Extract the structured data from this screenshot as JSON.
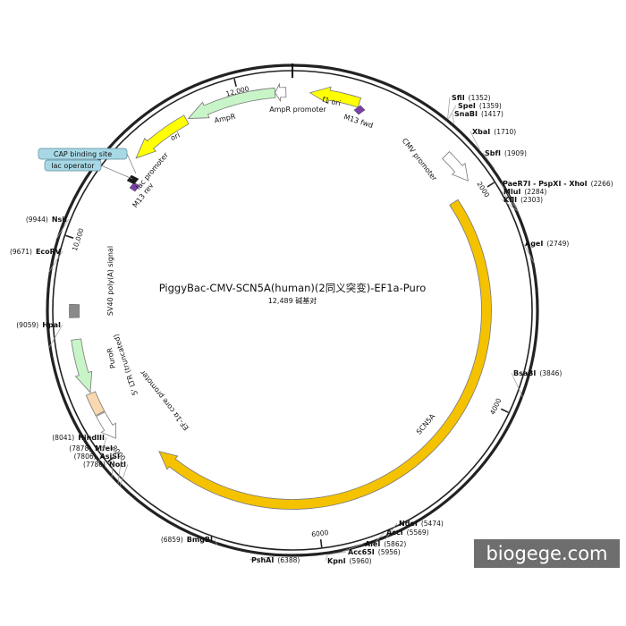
{
  "title": "PiggyBac-CMV-SCN5A(human)(2同义突变)-EF1a-Puro",
  "subtitle": "12,489 碱基对",
  "watermark": "biogege.com",
  "ticks": [
    {
      "label": "2000",
      "bp": 2000
    },
    {
      "label": "4000",
      "bp": 4000
    },
    {
      "label": "6000",
      "bp": 6000
    },
    {
      "label": "8000",
      "bp": 8000
    },
    {
      "label": "10,000",
      "bp": 10000
    },
    {
      "label": "12,000",
      "bp": 12000
    }
  ],
  "features": [
    {
      "label": "SCN5A",
      "start": 1950,
      "end": 7750,
      "dir": 1,
      "ring": "inner",
      "color": "#f5c200"
    },
    {
      "label": "AmpR",
      "start": 11500,
      "end": 12330,
      "dir": -1,
      "ring": "middle",
      "color": "#c8f5c8"
    },
    {
      "label": "AmpR promoter",
      "start": 12330,
      "end": 12430,
      "dir": -1,
      "ring": "middle",
      "color": "#ffffff"
    },
    {
      "label": "f1 ori",
      "start": 160,
      "end": 620,
      "dir": -1,
      "ring": "middle",
      "color": "#ffff00"
    },
    {
      "label": "ori",
      "start": 10900,
      "end": 11480,
      "dir": -1,
      "ring": "middle",
      "color": "#ffff00"
    },
    {
      "label": "CMV promoter",
      "start": 1550,
      "end": 1860,
      "dir": 1,
      "ring": "middle",
      "color": "#ffffff"
    },
    {
      "label": "PuroR",
      "start": 8600,
      "end": 9100,
      "dir": -1,
      "ring": "middle",
      "color": "#c8f5c8"
    },
    {
      "label": "EF-1α core promoter",
      "start": 8120,
      "end": 8380,
      "dir": -1,
      "ring": "middle",
      "color": "#ffffff"
    },
    {
      "label": "5' LTR (truncated)",
      "start": 8390,
      "end": 8590,
      "dir": 0,
      "ring": "middle",
      "color": "#fbd9b0"
    },
    {
      "label": "SV40 poly(A) signal",
      "start": 9300,
      "end": 9420,
      "dir": 0,
      "ring": "middle",
      "color": "#8a8a8a"
    }
  ],
  "small_features": [
    {
      "label": "M13 fwd",
      "bp": 700,
      "color": "#7b3fa8"
    },
    {
      "label": "M13 rev",
      "bp": 10780,
      "color": "#7b3fa8"
    },
    {
      "label": "lac promoter",
      "bp": 10830,
      "color": "#1a1a1a"
    }
  ],
  "callouts": [
    {
      "label": "CAP binding site",
      "color": "#a8d8e6"
    },
    {
      "label": "lac operator",
      "color": "#a8d8e6"
    }
  ],
  "sites": [
    {
      "name": "SfiI",
      "pos": "(1352)",
      "side": "right"
    },
    {
      "name": "SpeI",
      "pos": "(1359)",
      "side": "right"
    },
    {
      "name": "SnaBI",
      "pos": "(1417)",
      "side": "right"
    },
    {
      "name": "XbaI",
      "pos": "(1710)",
      "side": "right"
    },
    {
      "name": "SbfI",
      "pos": "(1909)",
      "side": "right"
    },
    {
      "name": "PaeR7I - PspXI - XhoI",
      "pos": "(2266)",
      "side": "right"
    },
    {
      "name": "MluI",
      "pos": "(2284)",
      "side": "right"
    },
    {
      "name": "KflI",
      "pos": "(2303)",
      "side": "right"
    },
    {
      "name": "AgeI",
      "pos": "(2749)",
      "side": "right"
    },
    {
      "name": "BsaBI",
      "pos": "(3846)",
      "side": "right"
    },
    {
      "name": "NdeI",
      "pos": "(5474)",
      "side": "right"
    },
    {
      "name": "AccI",
      "pos": "(5569)",
      "side": "right"
    },
    {
      "name": "AleI",
      "pos": "(5862)",
      "side": "right"
    },
    {
      "name": "Acc65I",
      "pos": "(5956)",
      "side": "right"
    },
    {
      "name": "KpnI",
      "pos": "(5960)",
      "side": "right"
    },
    {
      "name": "PshAI",
      "pos": "(6388)",
      "side": "right"
    },
    {
      "name": "BmgBI",
      "pos": "(6859)",
      "side": "left"
    },
    {
      "name": "NotI",
      "pos": "(7786)",
      "side": "left"
    },
    {
      "name": "AsiSI",
      "pos": "(7806)",
      "side": "left"
    },
    {
      "name": "MfeI",
      "pos": "(7878)",
      "side": "left"
    },
    {
      "name": "HindIII",
      "pos": "(8041)",
      "side": "left"
    },
    {
      "name": "HpaI",
      "pos": "(9059)",
      "side": "left"
    },
    {
      "name": "EcoRV",
      "pos": "(9671)",
      "side": "left"
    },
    {
      "name": "NsiI",
      "pos": "(9944)",
      "side": "left"
    }
  ]
}
